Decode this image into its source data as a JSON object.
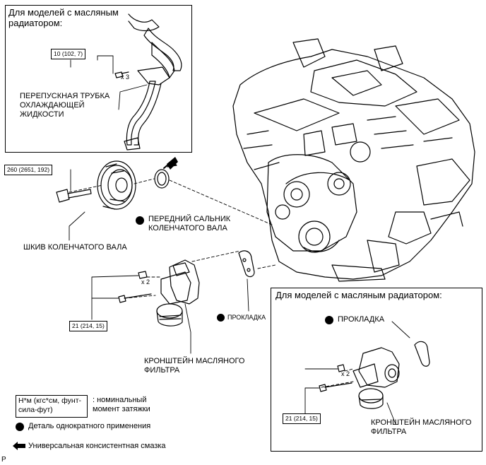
{
  "top_box": {
    "title_line1": "Для моделей с масляным",
    "title_line2": "радиатором:",
    "torque": "10 (102, 7)",
    "qty": "x 3",
    "part_line1": "ПЕРЕПУСКНАЯ ТРУБКА",
    "part_line2": "ОХЛАЖДАЮЩЕЙ",
    "part_line3": "ЖИДКОСТИ"
  },
  "pulley": {
    "torque": "260 (2651, 192)",
    "label": "ШКИВ КОЛЕНЧАТОГО ВАЛА"
  },
  "seal": {
    "label_line1": "ПЕРЕДНИЙ САЛЬНИК",
    "label_line2": "КОЛЕНЧАТОГО ВАЛА"
  },
  "bracket": {
    "qty": "x 2",
    "torque": "21 (214, 15)",
    "label_line1": "КРОНШТЕЙН МАСЛЯНОГО",
    "label_line2": "ФИЛЬТРА"
  },
  "gasket": {
    "label": "ПРОКЛАДКА"
  },
  "bottom_box": {
    "title": "Для моделей с масляным радиатором:",
    "gasket_label": "ПРОКЛАДКА",
    "qty": "x 2",
    "torque": "21 (214, 15)",
    "label_line1": "КРОНШТЕЙН МАСЛЯНОГО",
    "label_line2": "ФИЛЬТРА"
  },
  "legend": {
    "units_line1": "Н*м (кгс*см, фунт-",
    "units_line2": "сила-фут)",
    "units_desc_line1": ": номинальный",
    "units_desc_line2": "момент затяжки",
    "non_reusable": "Деталь однократного применения",
    "grease": "Универсальная консистентная смазка"
  },
  "corner_mark": "P"
}
